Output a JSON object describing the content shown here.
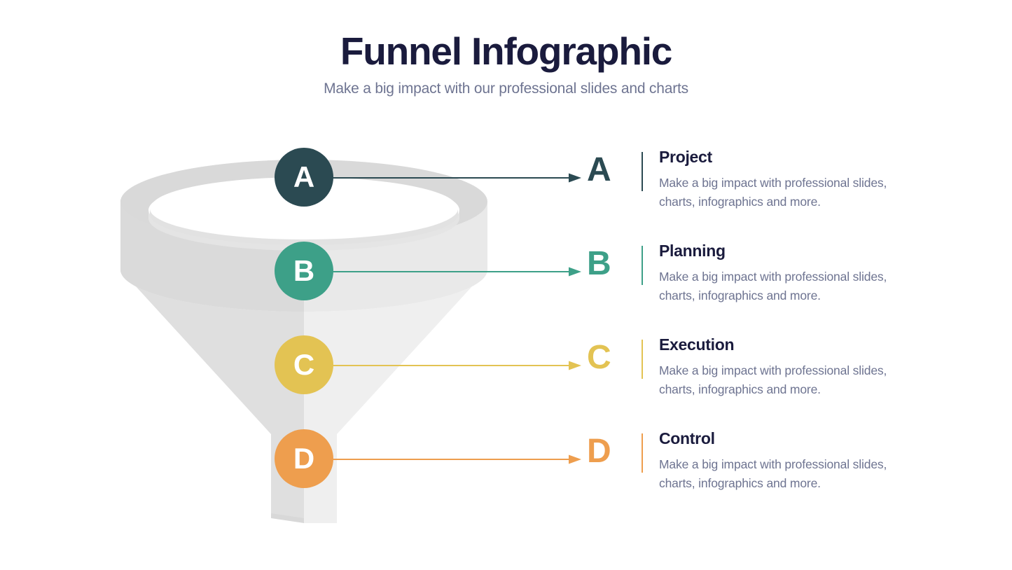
{
  "header": {
    "title": "Funnel Infographic",
    "subtitle": "Make a big impact with our professional slides and charts"
  },
  "colors": {
    "title": "#1a1b3d",
    "body": "#6e7491",
    "funnel_left": "#dedede",
    "funnel_right": "#efefef",
    "funnel_rim_top": "#d6d6d6"
  },
  "chart_data": {
    "type": "funnel",
    "title": "Funnel Infographic",
    "subtitle": "Make a big impact with our professional slides and charts",
    "stages": [
      "Project",
      "Planning",
      "Execution",
      "Control"
    ],
    "letters": [
      "A",
      "B",
      "C",
      "D"
    ],
    "colors": [
      "#2b4a52",
      "#3da088",
      "#e3c353",
      "#ee9e4e"
    ]
  },
  "items": [
    {
      "letter": "A",
      "title": "Project",
      "desc": "Make a big impact with professional slides, charts, infographics and more.",
      "color": "#2b4a52"
    },
    {
      "letter": "B",
      "title": "Planning",
      "desc": "Make a big impact with professional slides, charts, infographics and more.",
      "color": "#3da088"
    },
    {
      "letter": "C",
      "title": "Execution",
      "desc": "Make a big impact with professional slides, charts, infographics and more.",
      "color": "#e3c353"
    },
    {
      "letter": "D",
      "title": "Control",
      "desc": "Make a big impact with professional slides, charts, infographics and more.",
      "color": "#ee9e4e"
    }
  ]
}
